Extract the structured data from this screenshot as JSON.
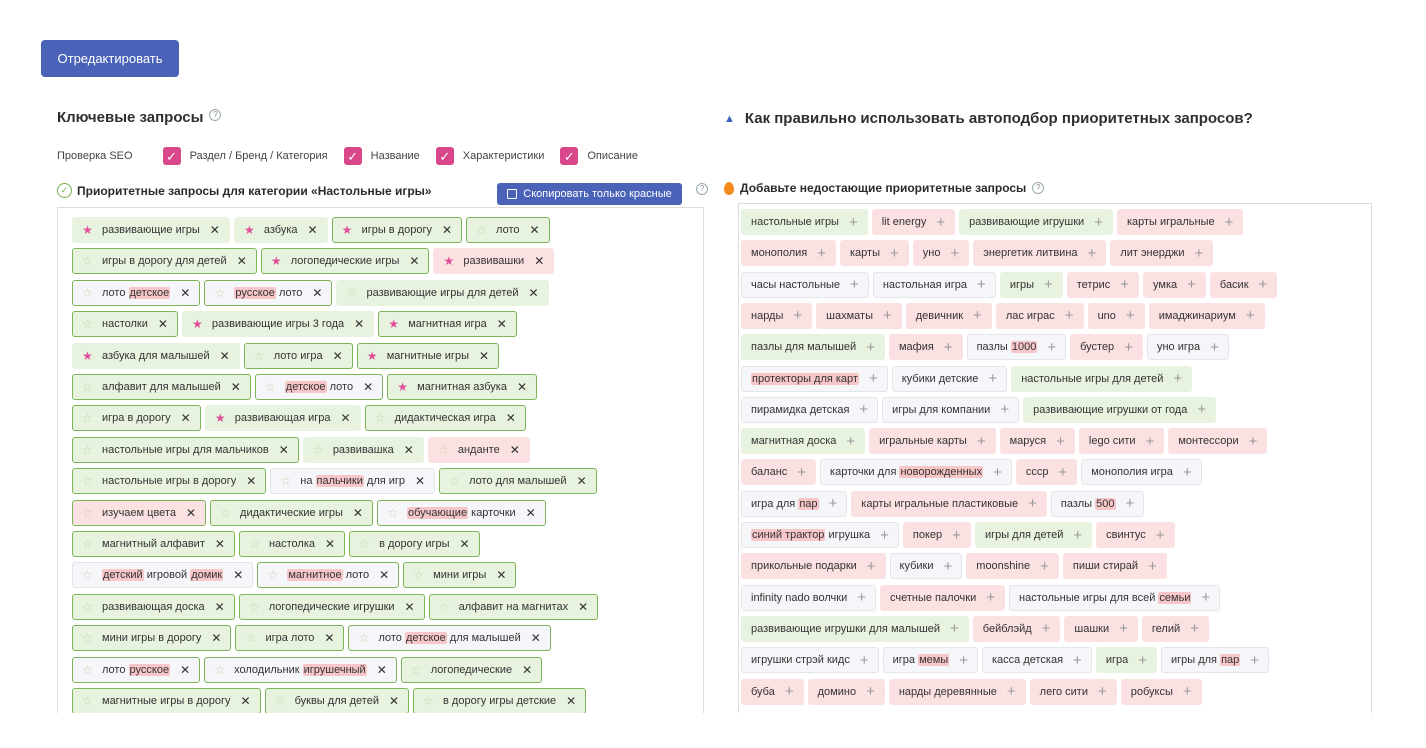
{
  "edit_button": "Отредактировать",
  "key_queries_title": "Ключевые запросы",
  "help_glyph": "?",
  "seo": {
    "label": "Проверка SEO",
    "checks": [
      "Раздел / Бренд / Категория",
      "Название",
      "Характеристики",
      "Описание"
    ]
  },
  "priority_title": "Приоритетные запросы для категории «Настольные игры»",
  "copy_button": "Скопировать только красные",
  "right_title": "Как правильно использовать автоподбор приоритетных запросов?",
  "add_title": "Добавьте недостающие приоритетные запросы",
  "colors": {
    "accent": "#4a63b8",
    "checkbox": "#d9478a",
    "tag_green": "#e8f3df",
    "tag_red": "#fbe1e2",
    "star": "#e0509a",
    "border_green": "#7cb45a"
  },
  "left_rows": [
    [
      {
        "t": "развивающие игры",
        "c": "green",
        "s": 1
      },
      {
        "t": "азбука",
        "c": "green",
        "s": 1
      },
      {
        "t": "игры в дорогу",
        "c": "green",
        "s": 1,
        "b": 1
      },
      {
        "t": "лото",
        "c": "green",
        "s": 0,
        "b": 1
      }
    ],
    [
      {
        "t": "игры в дорогу для детей",
        "c": "green",
        "s": 0,
        "b": 1
      },
      {
        "t": "логопедические игры",
        "c": "green",
        "s": 1,
        "b": 1
      },
      {
        "t": "развивашки",
        "c": "red",
        "s": 1
      }
    ],
    [
      {
        "t": "лото [детское]",
        "c": "white",
        "s": 0,
        "b": 1
      },
      {
        "t": "[русское] лото",
        "c": "white",
        "s": 0,
        "b": 1
      },
      {
        "t": "развивающие игры для детей",
        "c": "green",
        "s": 0
      }
    ],
    [
      {
        "t": "настолки",
        "c": "green",
        "s": 0,
        "b": 1
      },
      {
        "t": "развивающие игры 3 года",
        "c": "green",
        "s": 1
      },
      {
        "t": "магнитная игра",
        "c": "green",
        "s": 1,
        "b": 1
      }
    ],
    [
      {
        "t": "азбука для малышей",
        "c": "green",
        "s": 1
      },
      {
        "t": "лото игра",
        "c": "green",
        "s": 0,
        "b": 1
      },
      {
        "t": "магнитные игры",
        "c": "green",
        "s": 1,
        "b": 1
      }
    ],
    [
      {
        "t": "алфавит для малышей",
        "c": "green",
        "s": 0,
        "b": 1
      },
      {
        "t": "[детское] лото",
        "c": "white",
        "s": 0,
        "b": 1
      },
      {
        "t": "магнитная азбука",
        "c": "green",
        "s": 1,
        "b": 1
      }
    ],
    [
      {
        "t": "игра в дорогу",
        "c": "green",
        "s": 0,
        "b": 1
      },
      {
        "t": "развивающая игра",
        "c": "green",
        "s": 1
      },
      {
        "t": "дидактическая игра",
        "c": "green",
        "s": 0,
        "b": 1
      }
    ],
    [
      {
        "t": "настольные игры для мальчиков",
        "c": "green",
        "s": 0,
        "b": 1
      },
      {
        "t": "развивашка",
        "c": "green",
        "s": 0
      },
      {
        "t": "анданте",
        "c": "red",
        "s": 0
      }
    ],
    [
      {
        "t": "настольные игры в дорогу",
        "c": "green",
        "s": 0,
        "b": 1
      },
      {
        "t": "на [пальчики] для игр",
        "c": "white",
        "s": 0
      },
      {
        "t": "лото для малышей",
        "c": "green",
        "s": 0,
        "b": 1
      }
    ],
    [
      {
        "t": "изучаем цвета",
        "c": "red",
        "s": 0,
        "b": 1
      },
      {
        "t": "дидактические игры",
        "c": "green",
        "s": 0,
        "b": 1
      },
      {
        "t": "[обучающие] карточки",
        "c": "white",
        "s": 0,
        "b": 1
      }
    ],
    [
      {
        "t": "магнитный алфавит",
        "c": "green",
        "s": 0,
        "b": 1
      },
      {
        "t": "настолка",
        "c": "green",
        "s": 0,
        "b": 1
      },
      {
        "t": "в дорогу игры",
        "c": "green",
        "s": 0,
        "b": 1
      }
    ],
    [
      {
        "t": "[детский] игровой [домик]",
        "c": "white",
        "s": 0
      },
      {
        "t": "[магнитное] лото",
        "c": "white",
        "s": 0,
        "b": 1
      },
      {
        "t": "мини игры",
        "c": "green",
        "s": 0,
        "b": 1
      }
    ],
    [
      {
        "t": "развивающая доска",
        "c": "green",
        "s": 0,
        "b": 1
      },
      {
        "t": "логопедические игрушки",
        "c": "green",
        "s": 0,
        "b": 1
      },
      {
        "t": "алфавит на магнитах",
        "c": "green",
        "s": 0,
        "b": 1
      }
    ],
    [
      {
        "t": "мини игры в дорогу",
        "c": "green",
        "s": 0,
        "b": 1
      },
      {
        "t": "игра лото",
        "c": "green",
        "s": 0,
        "b": 1
      },
      {
        "t": "лото [детское] для малышей",
        "c": "white",
        "s": 0,
        "b": 1
      }
    ],
    [
      {
        "t": "лото [русское]",
        "c": "white",
        "s": 0,
        "b": 1
      },
      {
        "t": "холодильник [игрушечный]",
        "c": "white",
        "s": 0,
        "b": 1
      },
      {
        "t": "логопедические",
        "c": "green",
        "s": 0,
        "b": 1
      }
    ],
    [
      {
        "t": "магнитные игры в дорогу",
        "c": "green",
        "s": 0,
        "b": 1
      },
      {
        "t": "буквы для детей",
        "c": "green",
        "s": 0,
        "b": 1
      },
      {
        "t": "в дорогу игры детские",
        "c": "green",
        "s": 0,
        "b": 1
      }
    ]
  ],
  "right_rows": [
    [
      {
        "t": "настольные игры",
        "c": "green"
      },
      {
        "t": "lit energy",
        "c": "red"
      },
      {
        "t": "развивающие игрушки",
        "c": "green"
      },
      {
        "t": "карты игральные",
        "c": "red"
      }
    ],
    [
      {
        "t": "монополия",
        "c": "red"
      },
      {
        "t": "карты",
        "c": "red"
      },
      {
        "t": "уно",
        "c": "red"
      },
      {
        "t": "энергетик литвина",
        "c": "red"
      },
      {
        "t": "лит энерджи",
        "c": "red"
      }
    ],
    [
      {
        "t": "часы настольные",
        "c": "white"
      },
      {
        "t": "настольная игра",
        "c": "white"
      },
      {
        "t": "игры",
        "c": "green"
      },
      {
        "t": "тетрис",
        "c": "red"
      },
      {
        "t": "умка",
        "c": "red"
      },
      {
        "t": "басик",
        "c": "red"
      }
    ],
    [
      {
        "t": "нарды",
        "c": "red"
      },
      {
        "t": "шахматы",
        "c": "red"
      },
      {
        "t": "девичник",
        "c": "red"
      },
      {
        "t": "лас играс",
        "c": "red"
      },
      {
        "t": "uno",
        "c": "red"
      },
      {
        "t": "имаджинариум",
        "c": "red"
      }
    ],
    [
      {
        "t": "пазлы для малышей",
        "c": "green"
      },
      {
        "t": "мафия",
        "c": "red"
      },
      {
        "t": "пазлы [1000]",
        "c": "white"
      },
      {
        "t": "бустер",
        "c": "red"
      },
      {
        "t": "уно игра",
        "c": "white"
      }
    ],
    [
      {
        "t": "[протекторы для карт]",
        "c": "white"
      },
      {
        "t": "кубики детские",
        "c": "white"
      },
      {
        "t": "настольные игры для детей",
        "c": "green"
      }
    ],
    [
      {
        "t": "пирамидка детская",
        "c": "white"
      },
      {
        "t": "игры для компании",
        "c": "white"
      },
      {
        "t": "развивающие игрушки от года",
        "c": "green"
      }
    ],
    [
      {
        "t": "магнитная доска",
        "c": "green"
      },
      {
        "t": "игральные карты",
        "c": "red"
      },
      {
        "t": "маруся",
        "c": "red"
      },
      {
        "t": "lego сити",
        "c": "red"
      },
      {
        "t": "монтессори",
        "c": "red"
      }
    ],
    [
      {
        "t": "баланс",
        "c": "red"
      },
      {
        "t": "карточки для [новорожденных]",
        "c": "white"
      },
      {
        "t": "ссср",
        "c": "red"
      },
      {
        "t": "монополия игра",
        "c": "white"
      }
    ],
    [
      {
        "t": "игра для [пар]",
        "c": "white"
      },
      {
        "t": "карты игральные пластиковые",
        "c": "red"
      },
      {
        "t": "пазлы [500]",
        "c": "white"
      }
    ],
    [
      {
        "t": "[синий трактор] игрушка",
        "c": "white"
      },
      {
        "t": "покер",
        "c": "red"
      },
      {
        "t": "игры для детей",
        "c": "green"
      },
      {
        "t": "свинтус",
        "c": "red"
      }
    ],
    [
      {
        "t": "прикольные подарки",
        "c": "red"
      },
      {
        "t": "кубики",
        "c": "white"
      },
      {
        "t": "moonshine",
        "c": "red"
      },
      {
        "t": "пиши стирай",
        "c": "red"
      }
    ],
    [
      {
        "t": "infinity nado волчки",
        "c": "white"
      },
      {
        "t": "счетные палочки",
        "c": "red"
      },
      {
        "t": "настольные игры для всей [семьи]",
        "c": "white"
      }
    ],
    [
      {
        "t": "развивающие игрушки для малышей",
        "c": "green"
      },
      {
        "t": "бейблэйд",
        "c": "red"
      },
      {
        "t": "шашки",
        "c": "red"
      },
      {
        "t": "гелий",
        "c": "red"
      }
    ],
    [
      {
        "t": "игрушки стрэй кидс",
        "c": "white"
      },
      {
        "t": "игра [мемы]",
        "c": "white"
      },
      {
        "t": "касса детская",
        "c": "white"
      },
      {
        "t": "игра",
        "c": "green"
      },
      {
        "t": "игры для [пар]",
        "c": "white"
      }
    ],
    [
      {
        "t": "буба",
        "c": "red"
      },
      {
        "t": "домино",
        "c": "red"
      },
      {
        "t": "нарды деревянные",
        "c": "red"
      },
      {
        "t": "лего сити",
        "c": "red"
      },
      {
        "t": "робуксы",
        "c": "red"
      }
    ]
  ]
}
